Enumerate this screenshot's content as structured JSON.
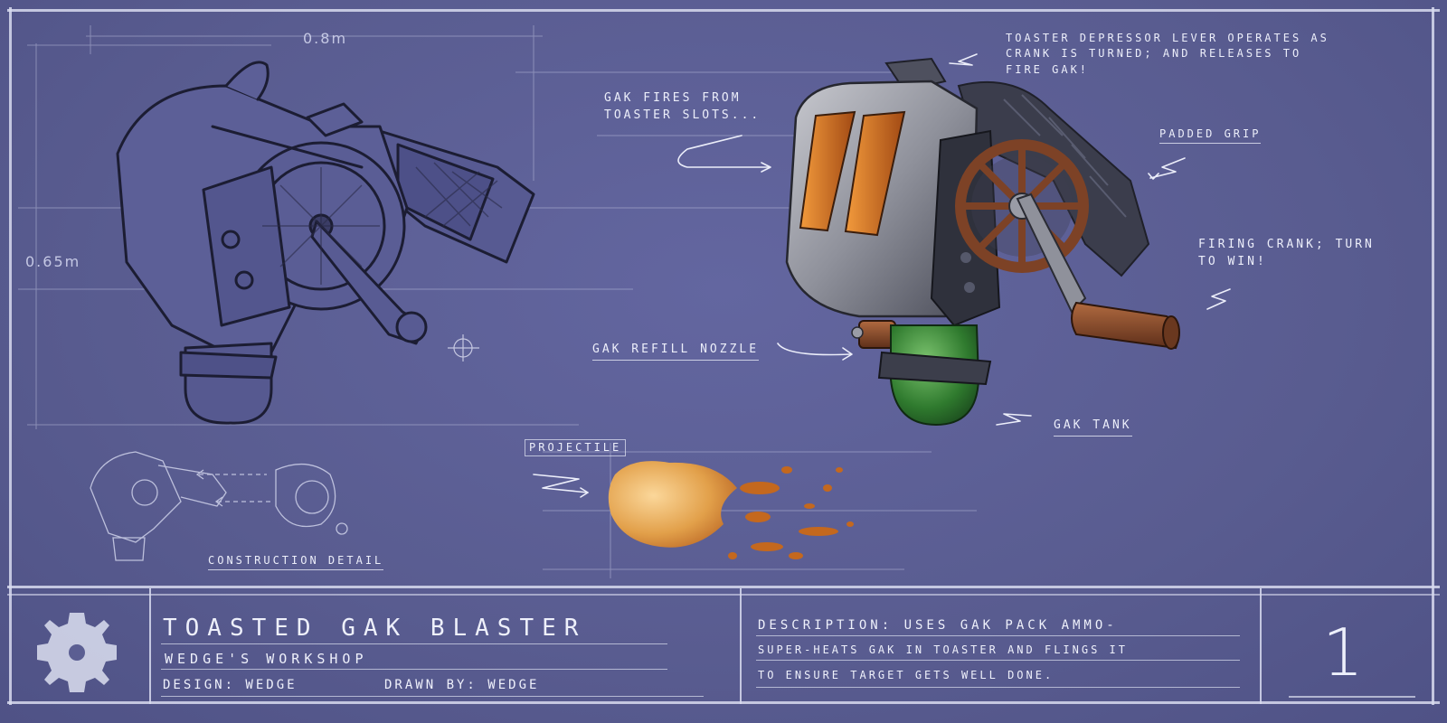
{
  "dimensions": {
    "width_label": "0.8m",
    "height_label": "0.65m"
  },
  "callouts": {
    "fires_from": "GAK FIRES FROM\nTOASTER SLOTS...",
    "depressor": "TOASTER DEPRESSOR LEVER OPERATES AS\nCRANK IS TURNED; AND RELEASES TO\nFIRE GAK!",
    "padded_grip": "PADDED GRIP",
    "firing_crank": "FIRING CRANK; TURN\nTO WIN!",
    "refill_nozzle": "GAK REFILL NOZZLE",
    "gak_tank": "GAK TANK",
    "projectile": "PROJECTILE",
    "construction_detail": "CONSTRUCTION DETAIL"
  },
  "title_block": {
    "title": "TOASTED GAK BLASTER",
    "studio": "WEDGE'S WORKSHOP",
    "design": "DESIGN: WEDGE",
    "drawn_by": "DRAWN BY: WEDGE",
    "description_lines": [
      "DESCRIPTION: USES GAK PACK AMMO-",
      "SUPER-HEATS GAK IN TOASTER AND FLINGS IT",
      "TO ENSURE TARGET GETS WELL DONE."
    ],
    "sheet_number": "1"
  },
  "colors": {
    "background": "#5b5e92",
    "line": "#e6e8f5",
    "orange": "#d9741f",
    "metal": "#9a9ca6",
    "wood": "#8a4a2a",
    "tank_green": "#3f8a3c"
  }
}
